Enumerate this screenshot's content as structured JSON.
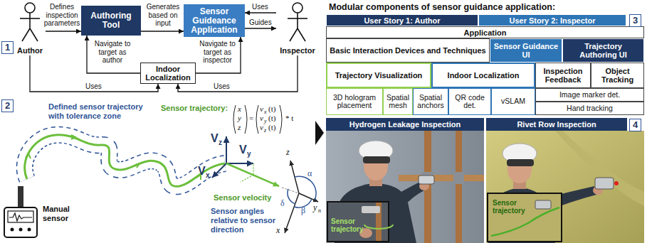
{
  "diagram": {
    "nodes": [
      {
        "text": [
          "Author"
        ]
      },
      {
        "text": [
          "Authoring Tool"
        ]
      },
      {
        "text": [
          "Sensor Guideance Application"
        ]
      },
      {
        "text": [
          "Inspector"
        ]
      },
      {
        "text": [
          "Indoor Localization"
        ]
      },
      {
        "text": [
          "User Story 1: Author"
        ]
      },
      {
        "text": [
          "User Story 2: Inspector"
        ]
      },
      {
        "text": [
          "Application"
        ]
      },
      {
        "text": [
          "Basic Interaction Devices and Techniques"
        ]
      },
      {
        "text": [
          "Sensor Guidance UI"
        ]
      },
      {
        "text": [
          "Trajectory Authoring UI"
        ]
      },
      {
        "text": [
          "Trajectory Visualization"
        ]
      },
      {
        "text": [
          "Indoor Localization"
        ]
      },
      {
        "text": [
          "Inspection Feedback"
        ]
      },
      {
        "text": [
          "Object Tracking"
        ]
      },
      {
        "text": [
          "3D hologram placement"
        ]
      },
      {
        "text": [
          "Spatial mesh"
        ]
      },
      {
        "text": [
          "Spatial anchors"
        ]
      },
      {
        "text": [
          "QR code det."
        ]
      },
      {
        "text": [
          "vSLAM"
        ]
      },
      {
        "text": [
          "Image marker det."
        ]
      },
      {
        "text": [
          "Hand tracking"
        ]
      },
      {
        "text": [
          "Hydrogen Leakage Inspection"
        ]
      },
      {
        "text": [
          "Rivet Row Inspection"
        ]
      }
    ],
    "edges": [
      {
        "from": 0,
        "to": 1,
        "label": "Defines inspection parameters",
        "arrow": "to"
      },
      {
        "from": 1,
        "to": 2,
        "label": "Generates based on input",
        "arrow": "to"
      },
      {
        "from": 3,
        "to": 2,
        "label": "Uses",
        "arrow": "to"
      },
      {
        "from": 2,
        "to": 3,
        "label": "Guides",
        "arrow": "to"
      },
      {
        "from": 4,
        "to": 1,
        "label": "Navigate to target as author",
        "arrow": "to"
      },
      {
        "from": 4,
        "to": 2,
        "label": "Navigate to target as inspector",
        "arrow": "to"
      },
      {
        "from": 0,
        "to": 4,
        "label": "Uses",
        "arrow": "to"
      },
      {
        "from": 3,
        "to": 4,
        "label": "Uses",
        "arrow": "to"
      }
    ],
    "labels": [
      "1",
      "Defined sensor trajectory with tolerance zone",
      "Sensor trajectory:",
      "x",
      "y",
      "z",
      "=",
      "v",
      "x",
      "(t)",
      "v",
      "y",
      "(t)",
      "v",
      "z",
      "(t)",
      "* t",
      "V",
      "z",
      "V",
      "y",
      "V",
      "x",
      "Sensor velocity",
      "Sensor angles relative to sensor direction",
      "z",
      "y",
      "n",
      "x",
      "α",
      "β",
      "δ",
      "Manual sensor",
      "2",
      "Modular components of sensor guidance application:",
      "3",
      "4",
      "Sensor trajectory",
      "Sensor trajectory"
    ]
  }
}
